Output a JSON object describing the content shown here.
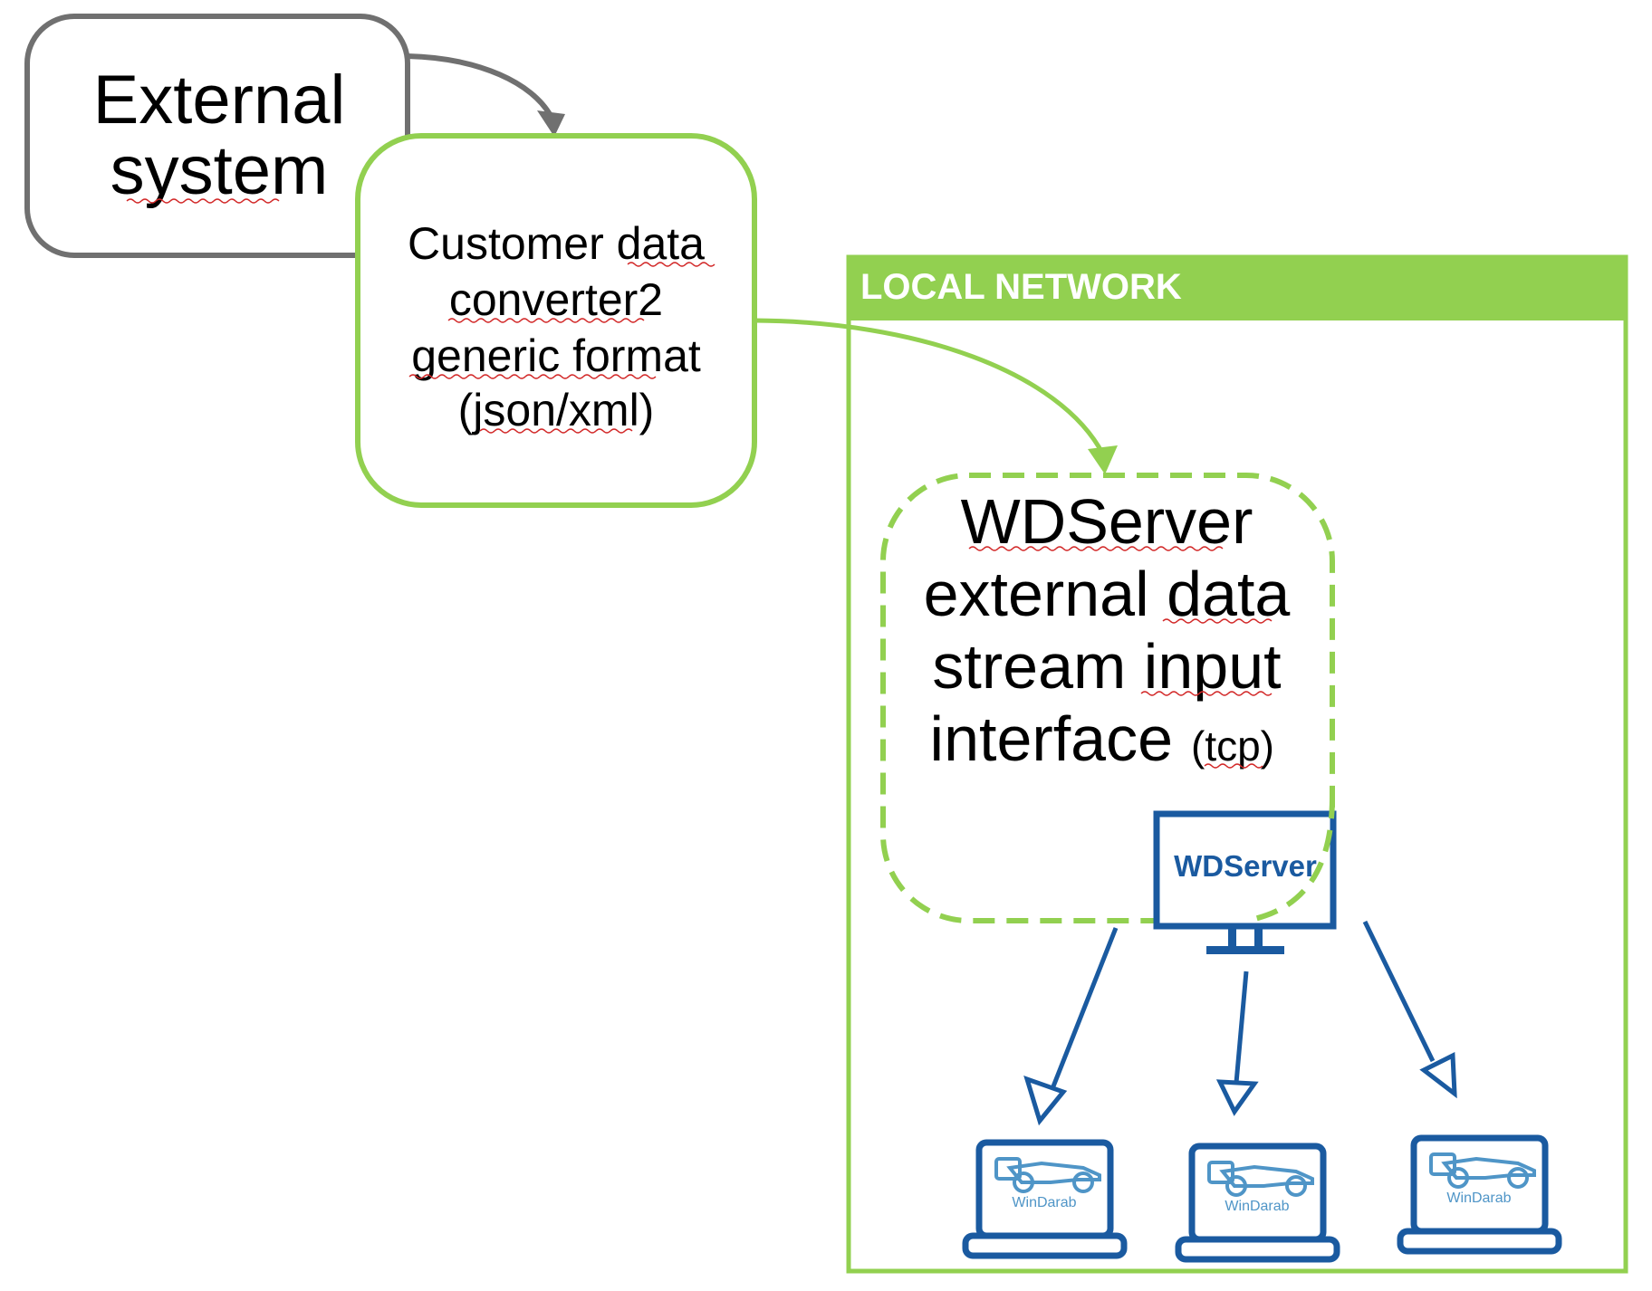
{
  "external_system": {
    "lines": [
      "External",
      "system"
    ]
  },
  "converter": {
    "lines": [
      "Customer data",
      "converter2",
      "generic format",
      "(json/xml)"
    ]
  },
  "local_network": {
    "label": "LOCAL NETWORK"
  },
  "wdserver_interface": {
    "lines": [
      "WDServer",
      "external data",
      "stream input",
      "interface"
    ],
    "protocol": "(tcp)"
  },
  "server": {
    "label": "WDServer"
  },
  "clients": [
    {
      "label": "WinDarab"
    },
    {
      "label": "WinDarab"
    },
    {
      "label": "WinDarab"
    }
  ],
  "colors": {
    "green": "#92d050",
    "gray": "#707070",
    "blue": "#1a5aa0",
    "light_blue": "#4f95c7",
    "spell_underline": "#d22828"
  }
}
